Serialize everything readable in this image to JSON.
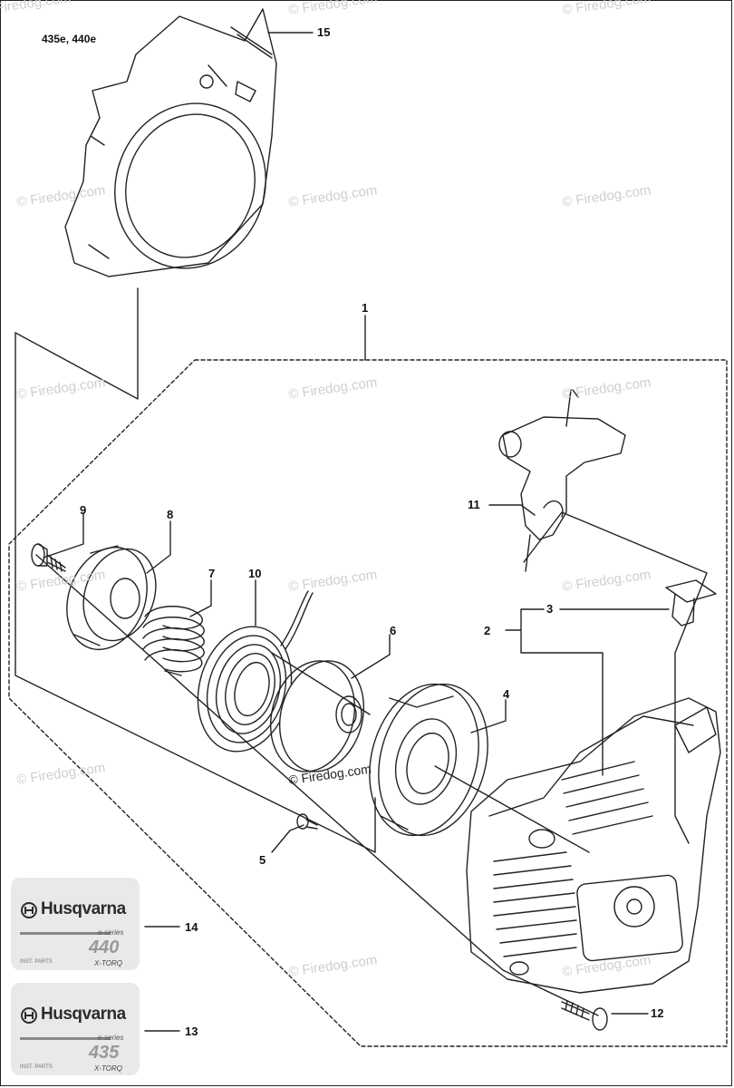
{
  "model_label": "435e, 440e",
  "watermark_text": "© Firedog.com",
  "callouts": {
    "c1": "1",
    "c2": "2",
    "c3": "3",
    "c4": "4",
    "c5": "5",
    "c6": "6",
    "c7": "7",
    "c8": "8",
    "c9": "9",
    "c10": "10",
    "c11": "11",
    "c12": "12",
    "c13": "13",
    "c14": "14",
    "c15": "15"
  },
  "decals": [
    {
      "brand": "Husqvarna",
      "series": "e-series",
      "model": "440",
      "small": "INST. PARTS",
      "xtorq": "X-TORQ"
    },
    {
      "brand": "Husqvarna",
      "series": "e-series",
      "model": "435",
      "small": "INST. PARTS",
      "xtorq": "X-TORQ"
    }
  ],
  "colors": {
    "line": "#222222",
    "watermark": "#cfcfcf",
    "decal_bg": "#e9e9e9"
  }
}
